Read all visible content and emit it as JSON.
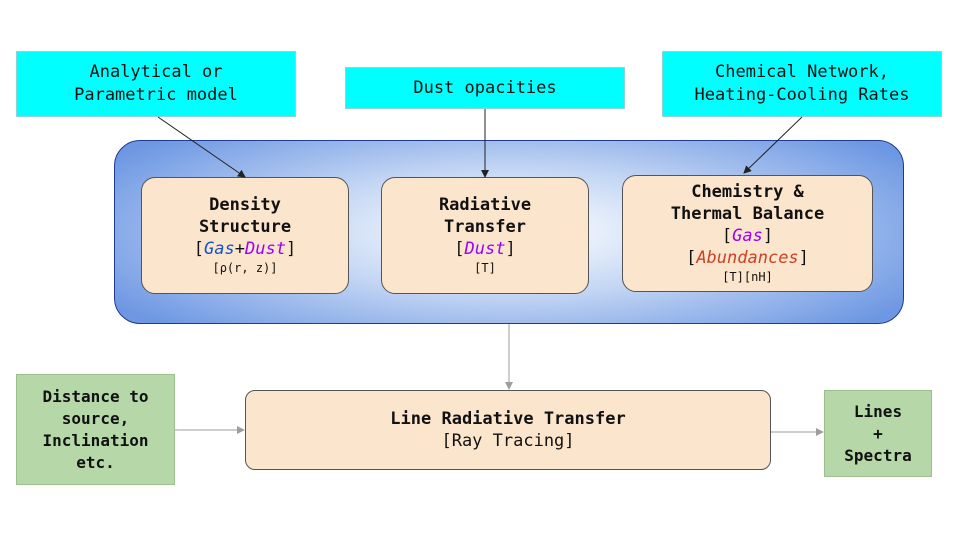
{
  "inputs": {
    "model": [
      "Analytical or",
      "Parametric model"
    ],
    "dust_opacities": "Dust opacities",
    "chemical": [
      "Chemical Network,",
      "Heating-Cooling Rates"
    ]
  },
  "modules": {
    "density": {
      "title": [
        "Density",
        "Structure"
      ],
      "gas": "Gas",
      "plus": "+",
      "dust": "Dust",
      "detail": "[ρ(r, z)]"
    },
    "radiative": {
      "title": [
        "Radiative",
        "Transfer"
      ],
      "dust": "Dust",
      "detail": "[T]"
    },
    "chemistry": {
      "title": [
        "Chemistry &",
        "Thermal Balance"
      ],
      "gas": "Gas",
      "abundances": "Abundances",
      "detail": "[T][nH]"
    }
  },
  "bracket": {
    "open": "[",
    "close": "]"
  },
  "line_rt": {
    "title": "Line Radiative Transfer",
    "detail": "[Ray Tracing]"
  },
  "distance": [
    "Distance to",
    "source,",
    "Inclination",
    "etc."
  ],
  "output": [
    "Lines",
    "+",
    "Spectra"
  ],
  "colors": {
    "cyan": "#00ffff",
    "green": "#b6d7a8",
    "peach": "#fce5cd",
    "blue_text": "#1155cc",
    "purple_text": "#9900ff",
    "red_text": "#cc4125"
  }
}
